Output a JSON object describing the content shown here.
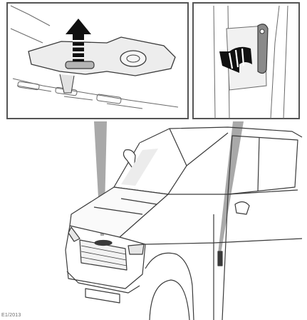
{
  "figure": {
    "reference_code": "E1/2013"
  },
  "panels": [
    {
      "id": "hood-latch-detail",
      "subject": "bonnet-catch-lever-icon"
    },
    {
      "id": "release-handle-detail",
      "subject": "bonnet-release-handle-icon"
    }
  ],
  "colors": {
    "line": "#3a3a3a",
    "frame": "#555555",
    "arrow": "#111111",
    "beam": "#9a9a9a",
    "shade": "#d8d8d8",
    "handle": "#8a8a8a"
  }
}
